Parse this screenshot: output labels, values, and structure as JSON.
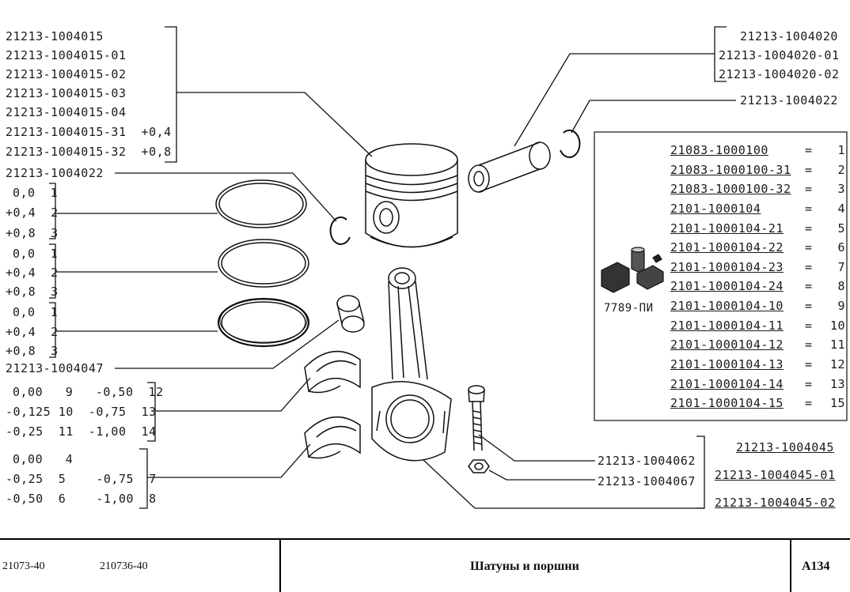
{
  "piston_codes": [
    "21213-1004015",
    "21213-1004015-01",
    "21213-1004015-02",
    "21213-1004015-03",
    "21213-1004015-04",
    "21213-1004015-31  +0,4",
    "21213-1004015-32  +0,8"
  ],
  "pin_codes": [
    "21213-1004020",
    "21213-1004020-01",
    "21213-1004020-02"
  ],
  "circlip_right_code": "21213-1004022",
  "circlip_left_code": "21213-1004022",
  "ring_groups": [
    [
      "0,0  1",
      "+0,4  2",
      "+0,8  3"
    ],
    [
      "0,0  1",
      "+0,4  2",
      "+0,8  3"
    ],
    [
      "0,0  1",
      "+0,4  2",
      "+0,8  3"
    ]
  ],
  "bushing_code": "21213-1004047",
  "bearing_upper_rows": [
    "0,00   9   -0,50  12",
    "-0,125 10  -0,75  13",
    "-0,25  11  -1,00  14"
  ],
  "bearing_lower_rows": [
    "0,00   4",
    "-0,25  5    -0,75  7",
    "-0,50  6    -1,00  8"
  ],
  "bolt_code": "21213-1004062",
  "nut_code": "21213-1004067",
  "rod_codes": [
    "21213-1004045",
    "21213-1004045-01",
    "21213-1004045-02"
  ],
  "tool_code": "7789-ПИ",
  "kit_rows": [
    {
      "code": "21083-1000100",
      "eq": "=",
      "num": "1"
    },
    {
      "code": "21083-1000100-31",
      "eq": "=",
      "num": "2"
    },
    {
      "code": "21083-1000100-32",
      "eq": "=",
      "num": "3"
    },
    {
      "code": "2101-1000104",
      "eq": "=",
      "num": "4"
    },
    {
      "code": "2101-1000104-21",
      "eq": "=",
      "num": "5"
    },
    {
      "code": "2101-1000104-22",
      "eq": "=",
      "num": "6"
    },
    {
      "code": "2101-1000104-23",
      "eq": "=",
      "num": "7"
    },
    {
      "code": "2101-1000104-24",
      "eq": "=",
      "num": "8"
    },
    {
      "code": "2101-1000104-10",
      "eq": "=",
      "num": "9"
    },
    {
      "code": "2101-1000104-11",
      "eq": "=",
      "num": "10"
    },
    {
      "code": "2101-1000104-12",
      "eq": "=",
      "num": "11"
    },
    {
      "code": "2101-1000104-13",
      "eq": "=",
      "num": "12"
    },
    {
      "code": "2101-1000104-14",
      "eq": "=",
      "num": "13"
    },
    {
      "code": "2101-1000104-15",
      "eq": "=",
      "num": "15"
    }
  ],
  "footer": {
    "model_1": "21073-40",
    "model_2": "210736-40",
    "title": "Шатуны и поршни",
    "page": "A134"
  }
}
